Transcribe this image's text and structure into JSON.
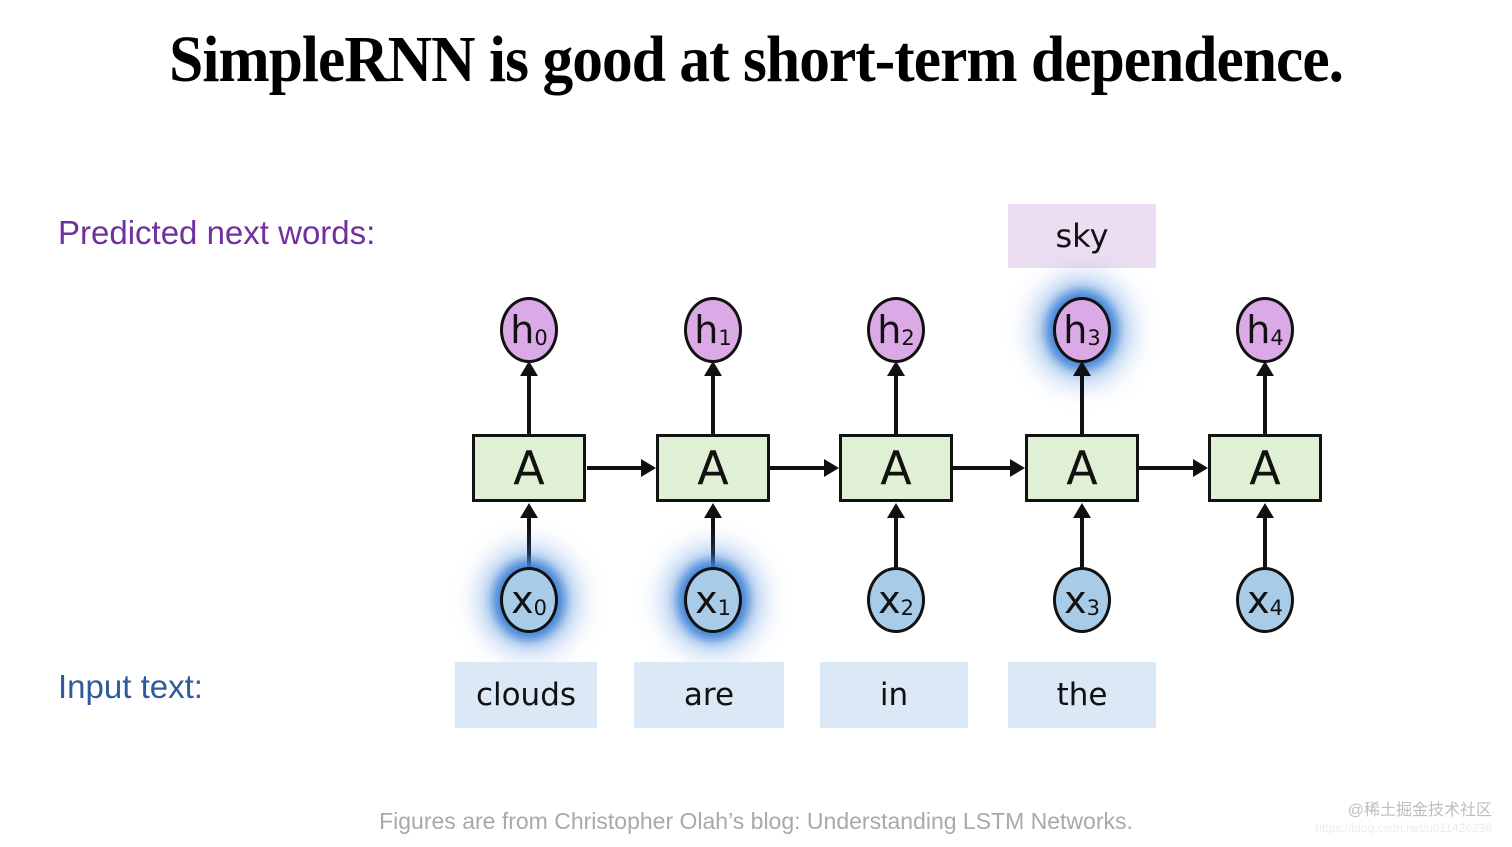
{
  "title": "SimpleRNN is good at short-term dependence.",
  "predicted_label": "Predicted next words:",
  "input_label": "Input text:",
  "predicted_word": "sky",
  "cell_label": "A",
  "columns": [
    {
      "h_main": "h",
      "h_sub": "0",
      "x_main": "x",
      "x_sub": "0",
      "input_word": "clouds",
      "h_highlight": false,
      "x_highlight": true
    },
    {
      "h_main": "h",
      "h_sub": "1",
      "x_main": "x",
      "x_sub": "1",
      "input_word": "are",
      "h_highlight": false,
      "x_highlight": true
    },
    {
      "h_main": "h",
      "h_sub": "2",
      "x_main": "x",
      "x_sub": "2",
      "input_word": "in",
      "h_highlight": false,
      "x_highlight": false
    },
    {
      "h_main": "h",
      "h_sub": "3",
      "x_main": "x",
      "x_sub": "3",
      "input_word": "the",
      "h_highlight": true,
      "x_highlight": false
    },
    {
      "h_main": "h",
      "h_sub": "4",
      "x_main": "x",
      "x_sub": "4",
      "h_highlight": false,
      "x_highlight": false
    }
  ],
  "footer": "Figures are from Christopher Olah’s blog: Understanding LSTM Networks.",
  "watermark": {
    "handle": "@稀土掘金技术社区",
    "url": "https://blog.csdn.net/u011426236"
  },
  "colors": {
    "predicted_label": "#7030a0",
    "input_label": "#2e5b9c",
    "hidden_node_fill": "#dbaae6",
    "input_node_fill": "#a8cce8",
    "cell_fill": "#dff0d5",
    "predicted_word_bg": "#ecdef2",
    "input_word_bg": "#dbe8f5",
    "highlight_glow": "#3e82d7",
    "stroke": "#111111",
    "footer_text": "#a9a9a9"
  }
}
